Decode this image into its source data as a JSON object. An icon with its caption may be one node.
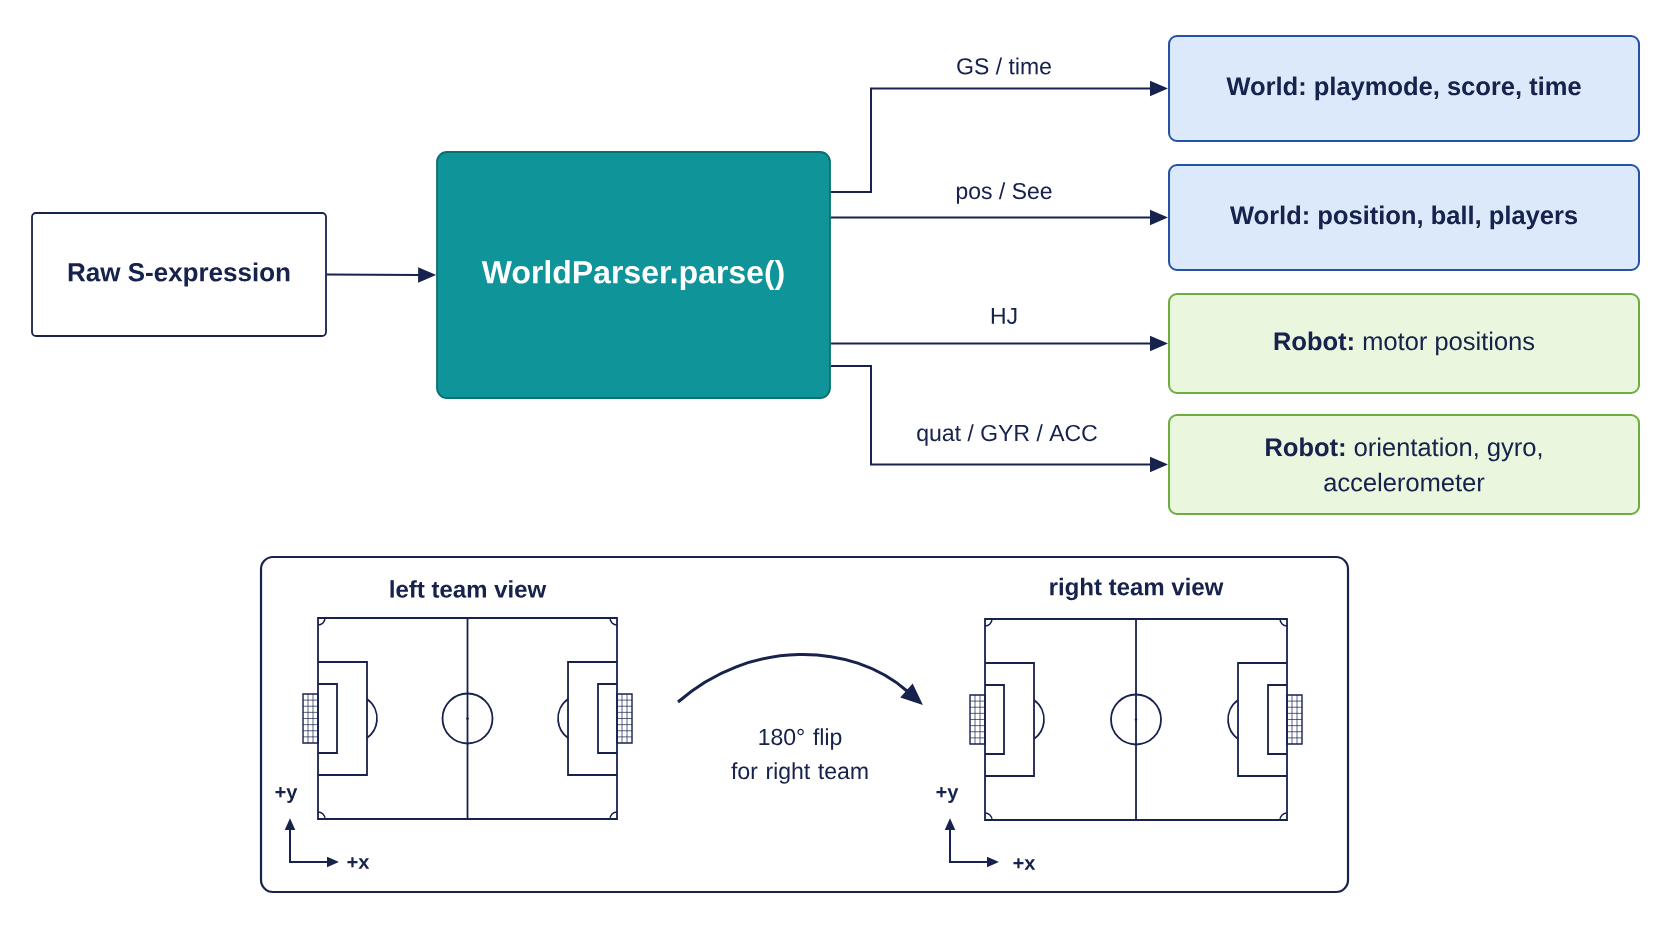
{
  "diagram": {
    "nodes": [
      {
        "text": [
          "Raw S-expression"
        ]
      },
      {
        "text": [
          "WorldParser.parse()"
        ]
      },
      {
        "text": [
          "World: playmode, score, time"
        ]
      },
      {
        "text": [
          "World: position, ball, players"
        ]
      },
      {
        "text": [
          "**Robot:** motor positions"
        ]
      },
      {
        "text": [
          "**Robot:** orientation, gyro, accelerometer"
        ]
      },
      {
        "text": [],
        "shape": "box"
      },
      {
        "text": [
          "left team view"
        ],
        "in": 6
      },
      {
        "text": [
          "right team view"
        ],
        "in": 6
      }
    ],
    "edges": [
      {
        "from": 0,
        "to": 1,
        "arrow": "to"
      },
      {
        "from": 1,
        "to": 2,
        "arrow": "to",
        "label": "GS / time"
      },
      {
        "from": 1,
        "to": 3,
        "arrow": "to",
        "label": "pos / See"
      },
      {
        "from": 1,
        "to": 4,
        "arrow": "to",
        "label": "HJ"
      },
      {
        "from": 1,
        "to": 5,
        "arrow": "to",
        "label": "quat / GYR / ACC"
      },
      {
        "from": 7,
        "to": 8,
        "arrow": "to",
        "label": "180° flip for right team"
      }
    ],
    "labels": [
      "+y",
      "+x",
      "+y",
      "+x"
    ]
  }
}
